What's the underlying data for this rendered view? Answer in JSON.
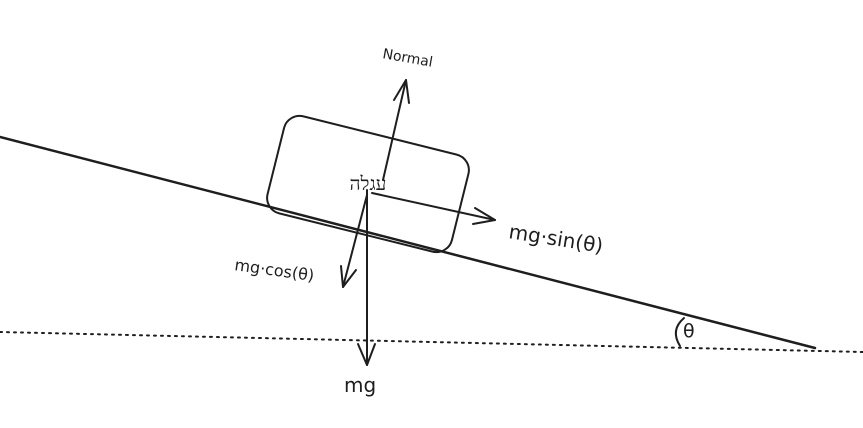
{
  "labels": {
    "normal": "Normal",
    "object": "עגלה",
    "gravity": "mg",
    "parallel_component": "mg·sin(θ)",
    "perpendicular_component": "mg·cos(θ)",
    "angle": "θ"
  },
  "colors": {
    "ink": "#1e1e1e",
    "background": "#ffffff"
  }
}
